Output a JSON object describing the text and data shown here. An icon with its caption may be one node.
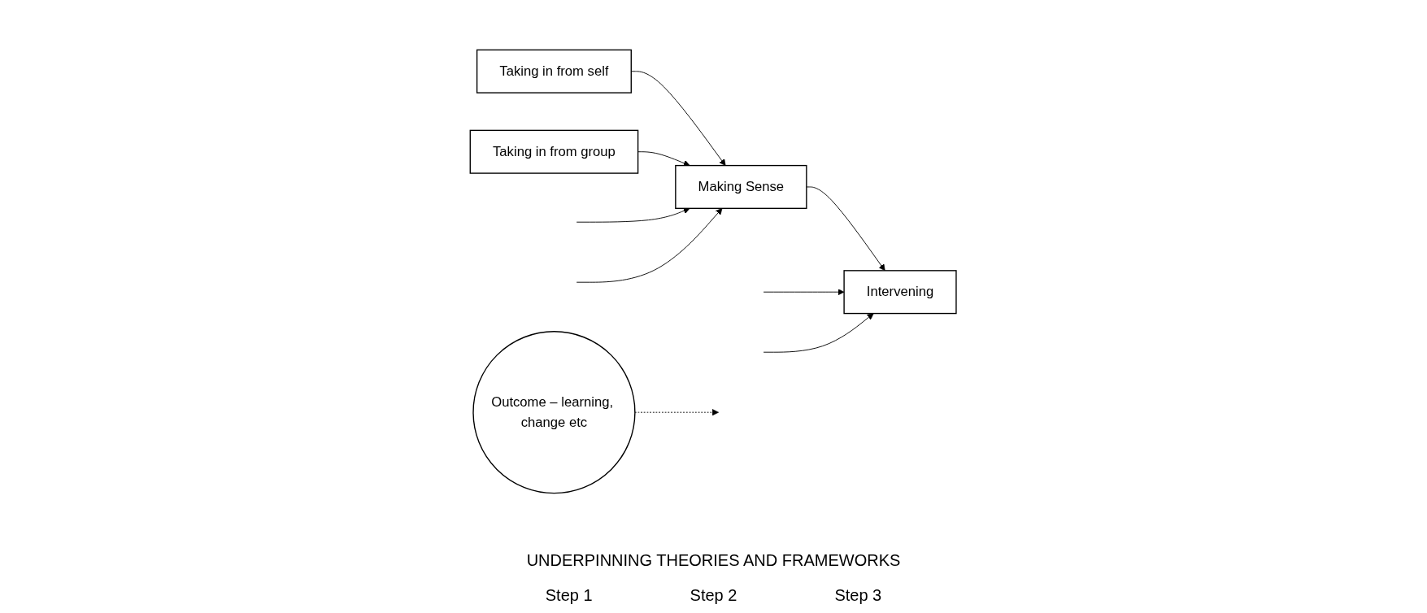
{
  "diagram": {
    "nodes": [
      {
        "text": [
          "Taking in from self"
        ]
      },
      {
        "text": [
          "Taking in from group"
        ]
      },
      {
        "text": [
          "Making Sense"
        ]
      },
      {
        "text": [
          "Intervening"
        ]
      },
      {
        "text": [
          "Outcome – learning, change etc"
        ]
      }
    ],
    "edges": [
      {
        "from": 0,
        "to": 2,
        "arrow": "to"
      },
      {
        "from": 1,
        "to": 2,
        "arrow": "to"
      },
      {
        "from": 2,
        "to": 3,
        "arrow": "to"
      },
      {
        "from": null,
        "to": 2,
        "arrow": "to"
      },
      {
        "from": null,
        "to": 2,
        "arrow": "to"
      },
      {
        "from": null,
        "to": 3,
        "arrow": "to"
      },
      {
        "from": null,
        "to": 3,
        "arrow": "to"
      },
      {
        "from": 4,
        "to": null,
        "arrow": "to",
        "style": "dashed"
      }
    ],
    "labels": [
      "UNDERPINNING THEORIES AND FRAMEWORKS",
      "Step 1",
      "Step 2",
      "Step 3"
    ]
  }
}
